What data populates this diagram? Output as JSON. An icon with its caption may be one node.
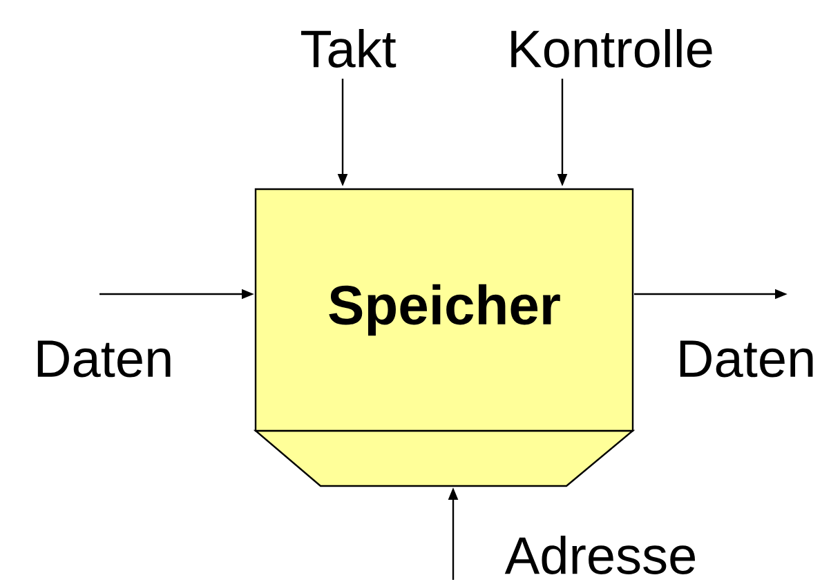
{
  "diagram": {
    "nodes": [
      {
        "text": [
          "Speicher"
        ]
      },
      {
        "text": [
          "Takt"
        ]
      },
      {
        "text": [
          "Kontrolle"
        ]
      },
      {
        "text": [
          "Daten"
        ]
      },
      {
        "text": [
          "Daten"
        ]
      },
      {
        "text": [
          "Adresse"
        ]
      }
    ],
    "edges": [
      {
        "from": 1,
        "to": 0,
        "arrow": "to"
      },
      {
        "from": 2,
        "to": 0,
        "arrow": "to"
      },
      {
        "from": 3,
        "to": 0,
        "arrow": "to"
      },
      {
        "from": 0,
        "to": 4,
        "arrow": "to"
      },
      {
        "from": 5,
        "to": 0,
        "arrow": "to"
      }
    ]
  }
}
